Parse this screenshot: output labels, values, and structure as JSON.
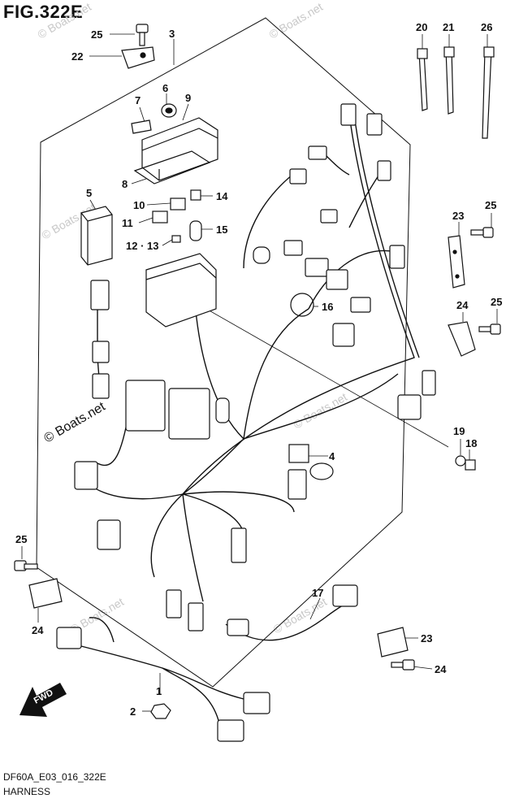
{
  "figure": {
    "title": "FIG.322E",
    "code": "DF60A_E03_016_322E",
    "name": "HARNESS",
    "direction_label": "FWD"
  },
  "watermark": {
    "text": "© Boats.net"
  },
  "callouts": [
    {
      "id": "c1",
      "label": "1"
    },
    {
      "id": "c2",
      "label": "2"
    },
    {
      "id": "c3",
      "label": "3"
    },
    {
      "id": "c4",
      "label": "4"
    },
    {
      "id": "c5",
      "label": "5"
    },
    {
      "id": "c6",
      "label": "6"
    },
    {
      "id": "c7",
      "label": "7"
    },
    {
      "id": "c8",
      "label": "8"
    },
    {
      "id": "c9",
      "label": "9"
    },
    {
      "id": "c10",
      "label": "10"
    },
    {
      "id": "c11",
      "label": "11"
    },
    {
      "id": "c12",
      "label": "12 · 13"
    },
    {
      "id": "c14",
      "label": "14"
    },
    {
      "id": "c15",
      "label": "15"
    },
    {
      "id": "c16",
      "label": "16"
    },
    {
      "id": "c17",
      "label": "17"
    },
    {
      "id": "c18",
      "label": "18"
    },
    {
      "id": "c19",
      "label": "19"
    },
    {
      "id": "c20",
      "label": "20"
    },
    {
      "id": "c21",
      "label": "21"
    },
    {
      "id": "c22",
      "label": "22"
    },
    {
      "id": "c23a",
      "label": "23"
    },
    {
      "id": "c23b",
      "label": "23"
    },
    {
      "id": "c24a",
      "label": "24"
    },
    {
      "id": "c24b",
      "label": "24"
    },
    {
      "id": "c24c",
      "label": "24"
    },
    {
      "id": "c25a",
      "label": "25"
    },
    {
      "id": "c25b",
      "label": "25"
    },
    {
      "id": "c25c",
      "label": "25"
    },
    {
      "id": "c25d",
      "label": "25"
    },
    {
      "id": "c26",
      "label": "26"
    }
  ],
  "colors": {
    "line": "#111111",
    "watermark": "#c8c8c8",
    "background": "#ffffff"
  }
}
